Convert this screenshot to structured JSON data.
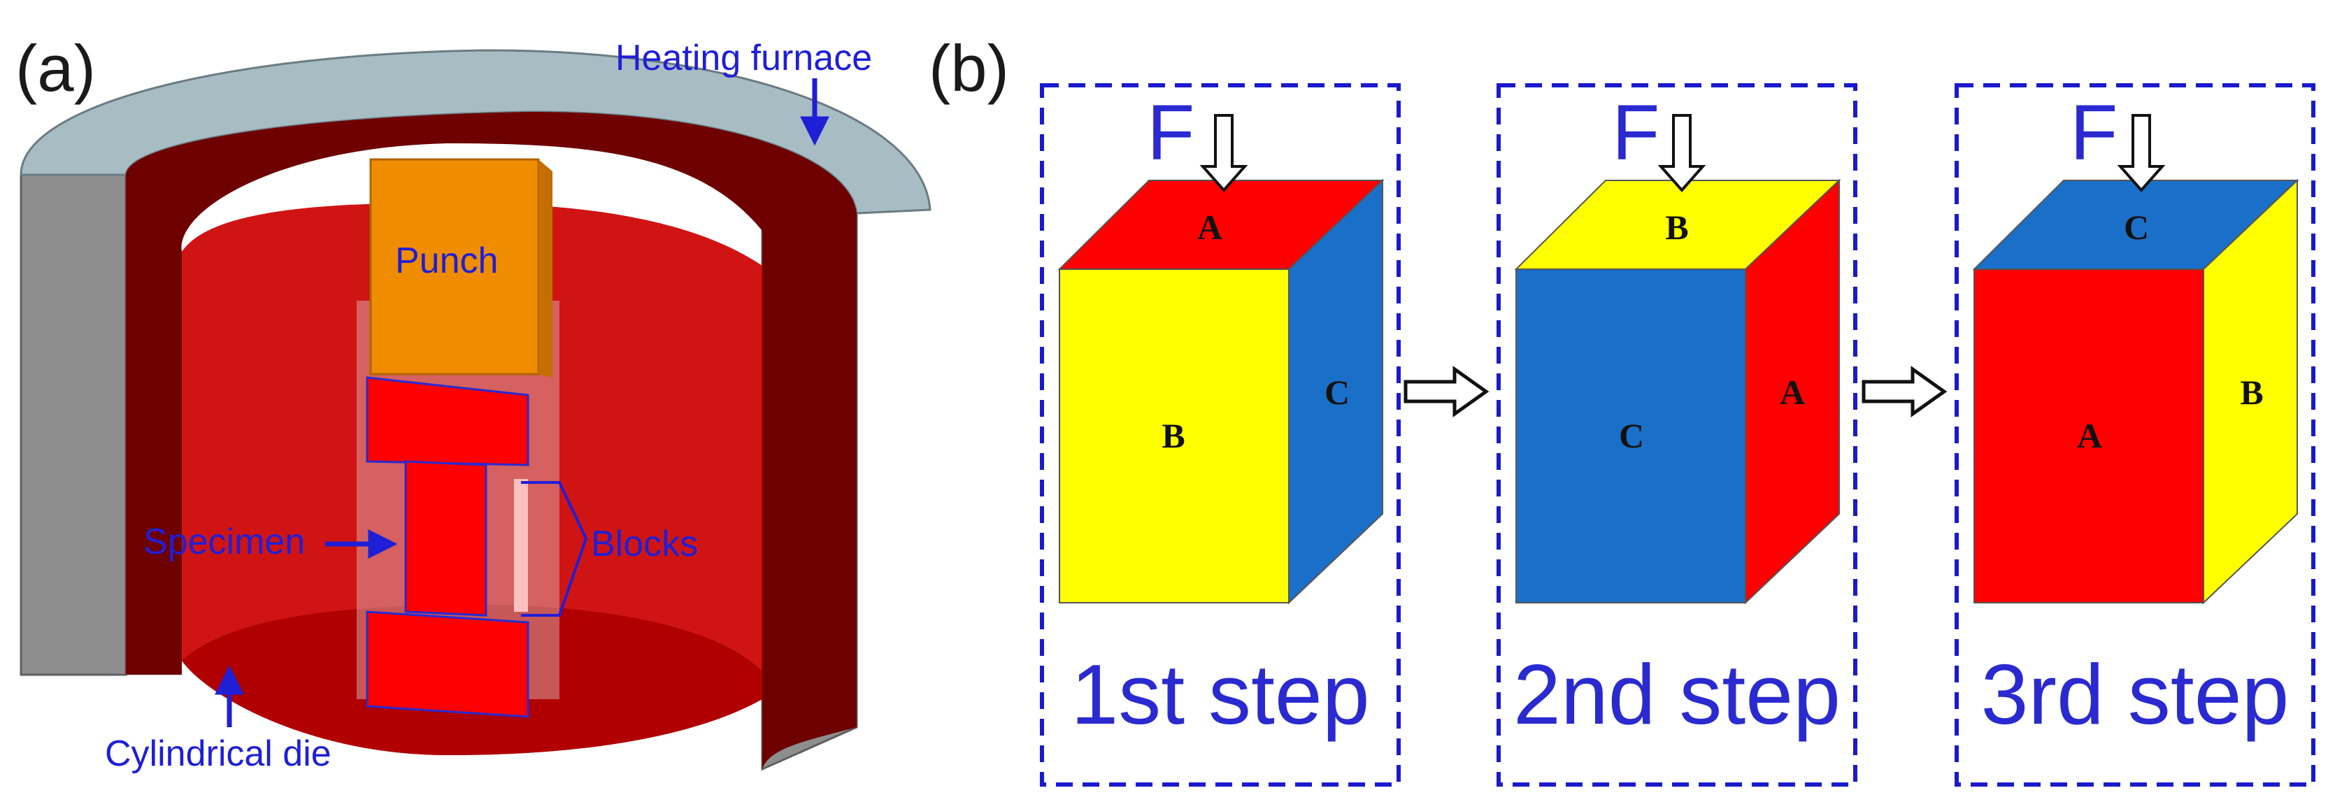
{
  "panel_a": {
    "letter": "(a)",
    "labels": {
      "heating_furnace": "Heating furnace",
      "punch": "Punch",
      "specimen": "Specimen",
      "blocks": "Blocks",
      "cylindrical_die": "Cylindrical die"
    }
  },
  "panel_b": {
    "letter": "(b)",
    "force_label": "F",
    "steps": [
      {
        "label": "1st step",
        "top": "A",
        "front": "B",
        "side": "C",
        "colors": {
          "top": "#ff0000",
          "front": "#ffff00",
          "side": "#1a70c8"
        }
      },
      {
        "label": "2nd step",
        "top": "B",
        "front": "C",
        "side": "A",
        "colors": {
          "top": "#ffff00",
          "front": "#1a70c8",
          "side": "#ff0000"
        }
      },
      {
        "label": "3rd step",
        "top": "C",
        "front": "A",
        "side": "B",
        "colors": {
          "top": "#1a70c8",
          "front": "#ff0000",
          "side": "#ffff00"
        }
      }
    ]
  },
  "colors": {
    "label_blue": "#1f1fd6",
    "dashed_border": "#1a1acc",
    "furnace_top": "#a8bcc4",
    "furnace_side": "#8e8e8e",
    "die_red": "#cc0000",
    "punch_orange": "#f08c00"
  }
}
